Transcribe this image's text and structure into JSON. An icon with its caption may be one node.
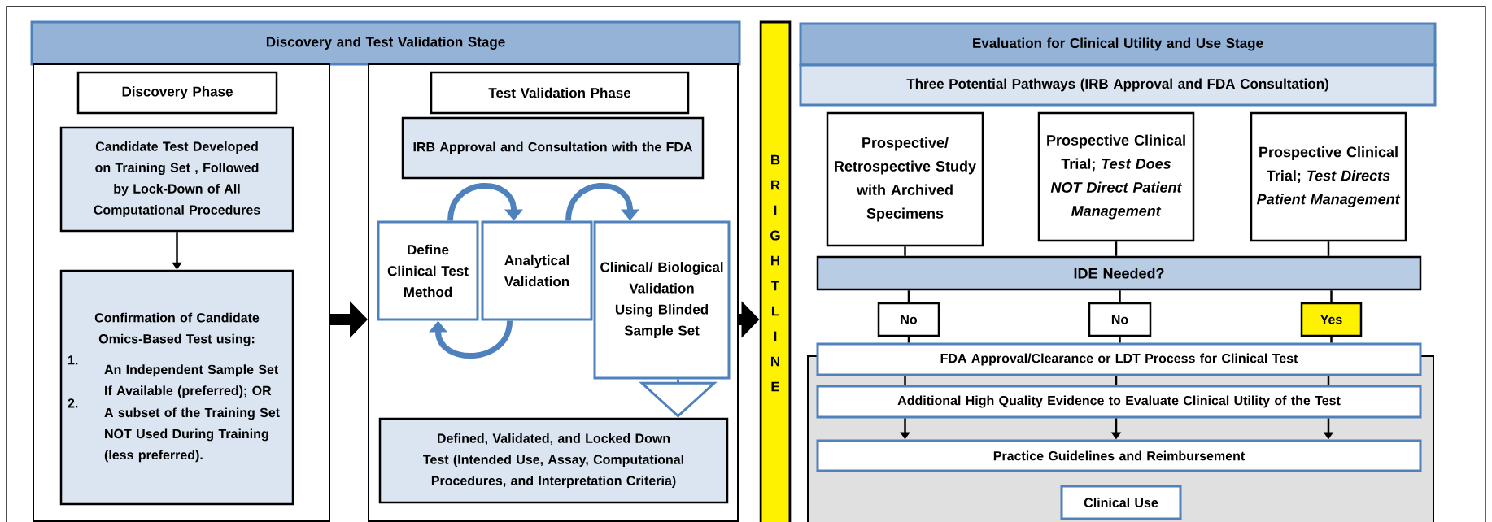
{
  "diagram": {
    "nodes": [
      {
        "text": [
          "Discovery and Test Validation Stage"
        ]
      },
      {
        "text": [],
        "shape": "box"
      },
      {
        "text": [
          "Discovery Phase"
        ],
        "in": 1
      },
      {
        "text": [
          "Candidate Test Developed on Training Set , Followed by Lock-Down of All Computational Procedures"
        ],
        "in": 1
      },
      {
        "text": [
          "Confirmation of Candidate Omics-Based Test using:",
          "1.",
          "An Independent Sample Set If Available (preferred); OR",
          "2.",
          "A subset of the Training Set NOT Used During Training (less preferred)."
        ],
        "in": 1
      },
      {
        "text": [],
        "shape": "box"
      },
      {
        "text": [
          "Test Validation Phase"
        ],
        "in": 5
      },
      {
        "text": [
          "IRB Approval and Consultation with the FDA"
        ],
        "in": 5
      },
      {
        "text": [
          "Define Clinical Test Method"
        ],
        "in": 5
      },
      {
        "text": [
          "Analytical Validation"
        ],
        "in": 5
      },
      {
        "text": [
          "Clinical/ Biological Validation Using Blinded Sample Set"
        ],
        "in": 5
      },
      {
        "text": [
          "Defined, Validated, and Locked Down Test (Intended Use, Assay, Computational Procedures, and Interpretation Criteria)"
        ],
        "in": 5
      },
      {
        "text": [
          "B R I G H T L I N E"
        ]
      },
      {
        "text": [
          "Evaluation for Clinical Utility and Use Stage"
        ]
      },
      {
        "text": [
          "Three Potential Pathways (IRB Approval and FDA Consultation)"
        ]
      },
      {
        "text": [
          "Prospective/ Retrospective Study with Archived Specimens"
        ]
      },
      {
        "text": [
          "Prospective Clinical Trial; *Test Does NOT Direct Patient Management*"
        ]
      },
      {
        "text": [
          "Prospective Clinical Trial; *Test Directs Patient Management*"
        ]
      },
      {
        "text": [
          "IDE Needed?"
        ]
      },
      {
        "text": [
          "No"
        ]
      },
      {
        "text": [
          "No"
        ]
      },
      {
        "text": [
          "Yes"
        ]
      },
      {
        "text": [
          "FDA Approval/Clearance or LDT Process for Clinical Test"
        ]
      },
      {
        "text": [
          "Additional High Quality Evidence to Evaluate Clinical Utility of the Test"
        ]
      },
      {
        "text": [
          "Practice Guidelines and Reimbursement"
        ]
      },
      {
        "text": [
          "Clinical Use"
        ]
      }
    ],
    "edges": [
      {
        "from": 3,
        "to": 4,
        "arrow": "to"
      },
      {
        "from": 1,
        "to": 5,
        "arrow": "to",
        "style": "thick"
      },
      {
        "from": 5,
        "to": 12,
        "arrow": "to",
        "style": "thick"
      },
      {
        "from": 8,
        "to": 9,
        "arrow": "to",
        "style": "thick",
        "color": "#4f81bd"
      },
      {
        "from": 9,
        "to": 10,
        "arrow": "to",
        "style": "thick",
        "color": "#4f81bd"
      },
      {
        "from": 9,
        "to": 8,
        "arrow": "to",
        "style": "thick",
        "color": "#4f81bd"
      },
      {
        "from": 10,
        "to": 11,
        "arrow": "to",
        "color": "#4f81bd"
      },
      {
        "from": 15,
        "to": 18,
        "arrow": "none"
      },
      {
        "from": 16,
        "to": 18,
        "arrow": "none"
      },
      {
        "from": 17,
        "to": 18,
        "arrow": "none"
      },
      {
        "from": 18,
        "to": 19,
        "arrow": "none"
      },
      {
        "from": 18,
        "to": 20,
        "arrow": "none"
      },
      {
        "from": 18,
        "to": 21,
        "arrow": "none"
      },
      {
        "from": 19,
        "to": 22,
        "arrow": "none"
      },
      {
        "from": 20,
        "to": 22,
        "arrow": "none"
      },
      {
        "from": 21,
        "to": 22,
        "arrow": "none"
      },
      {
        "from": 22,
        "to": 23,
        "arrow": "none"
      },
      {
        "from": 22,
        "to": 23,
        "arrow": "none"
      },
      {
        "from": 22,
        "to": 23,
        "arrow": "none"
      },
      {
        "from": 23,
        "to": 24,
        "arrow": "to"
      },
      {
        "from": 23,
        "to": 24,
        "arrow": "to"
      },
      {
        "from": 23,
        "to": 24,
        "arrow": "to"
      }
    ]
  }
}
